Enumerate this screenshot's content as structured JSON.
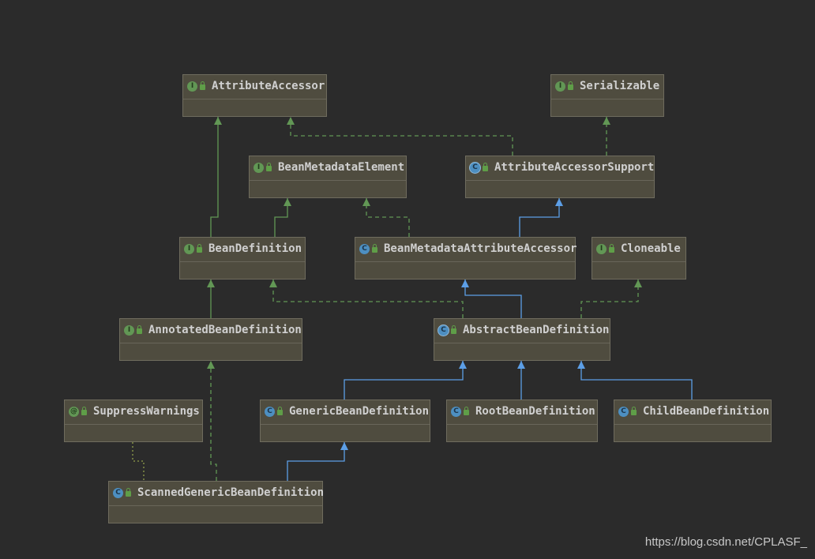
{
  "nodes": [
    {
      "name": "AttributeAccessor",
      "kind": "I"
    },
    {
      "name": "Serializable",
      "kind": "I"
    },
    {
      "name": "BeanMetadataElement",
      "kind": "I"
    },
    {
      "name": "AttributeAccessorSupport",
      "kind": "C"
    },
    {
      "name": "BeanDefinition",
      "kind": "I"
    },
    {
      "name": "BeanMetadataAttributeAccessor",
      "kind": "C"
    },
    {
      "name": "Cloneable",
      "kind": "I"
    },
    {
      "name": "AnnotatedBeanDefinition",
      "kind": "I"
    },
    {
      "name": "AbstractBeanDefinition",
      "kind": "C"
    },
    {
      "name": "SuppressWarnings",
      "kind": "@"
    },
    {
      "name": "GenericBeanDefinition",
      "kind": "C"
    },
    {
      "name": "RootBeanDefinition",
      "kind": "C"
    },
    {
      "name": "ChildBeanDefinition",
      "kind": "C"
    },
    {
      "name": "ScannedGenericBeanDefinition",
      "kind": "C"
    }
  ],
  "watermark": "https://blog.csdn.net/CPLASF_",
  "colors": {
    "background": "#2b2b2b",
    "node_fill": "#4f4c3f",
    "interface_edge": "#629755",
    "class_edge": "#5c9ee6",
    "annotation_edge": "#8f9e4a"
  }
}
